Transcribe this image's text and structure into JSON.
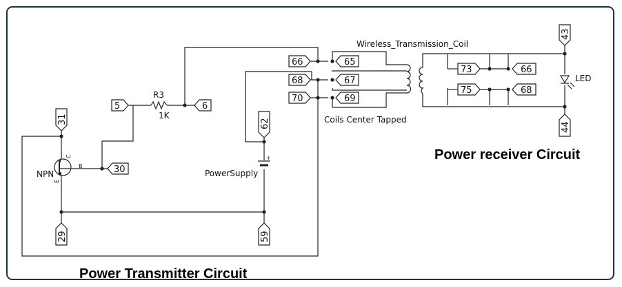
{
  "titles": {
    "transmitter": "Power Transmitter Circuit",
    "receiver": "Power receiver Circuit"
  },
  "labels": {
    "coil": "Wireless_Transmission_Coil",
    "coils_center": "Coils Center Tapped",
    "resistor_ref": "R3",
    "resistor_value": "1K",
    "transistor": "NPN",
    "pin_b": "B",
    "pin_c": "C",
    "pin_e": "E",
    "power_supply": "PowerSupply",
    "plus": "+",
    "led": "LED"
  },
  "net_tags": {
    "t5": "5",
    "t6": "6",
    "t31": "31",
    "t30": "30",
    "t62": "62",
    "t29": "29",
    "t59": "59",
    "t66a": "66",
    "t68a": "68",
    "t70": "70",
    "t65": "65",
    "t67": "67",
    "t69": "69",
    "t73": "73",
    "t75": "75",
    "t66b": "66",
    "t68b": "68",
    "t43": "43",
    "t44": "44"
  }
}
